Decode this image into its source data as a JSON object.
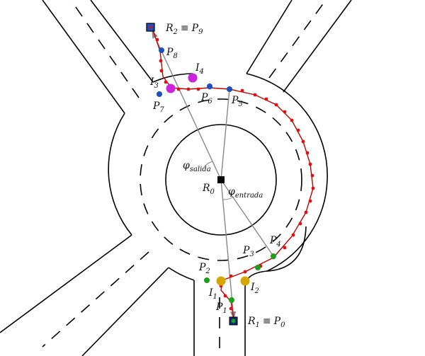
{
  "labels": {
    "r2": "R",
    "r2_sub": "2",
    "equiv": "≡",
    "p9": "P",
    "p9_sub": "9",
    "r1": "R",
    "r1_sub": "1",
    "p0": "P",
    "p0_sub": "0",
    "r0": "R",
    "r0_sub": "0",
    "phi_salida": "φ",
    "phi_salida_sub": "salida",
    "phi_entrada": "φ",
    "phi_entrada_sub": "entrada",
    "i1": "I",
    "i1_sub": "1",
    "i2": "I",
    "i2_sub": "2",
    "i3": "I",
    "i3_sub": "3",
    "i4": "I",
    "i4_sub": "4",
    "p1": "P",
    "p1_sub": "1",
    "p2": "P",
    "p2_sub": "2",
    "p3": "P",
    "p3_sub": "3",
    "p4": "P",
    "p4_sub": "4",
    "p5": "P",
    "p5_sub": "5",
    "p6": "P",
    "p6_sub": "6",
    "p7": "P",
    "p7_sub": "7",
    "p8": "P",
    "p8_sub": "8"
  },
  "colors": {
    "road": "#000000",
    "trajectory": "#c00000",
    "trajectory_dot": "#e01010",
    "entry_point": "#1aa01a",
    "exit_point": "#1a4fc0",
    "intersection_yellow": "#d4a800",
    "intersection_magenta": "#cc22dd",
    "vector": "#888888",
    "center": "#000000"
  }
}
